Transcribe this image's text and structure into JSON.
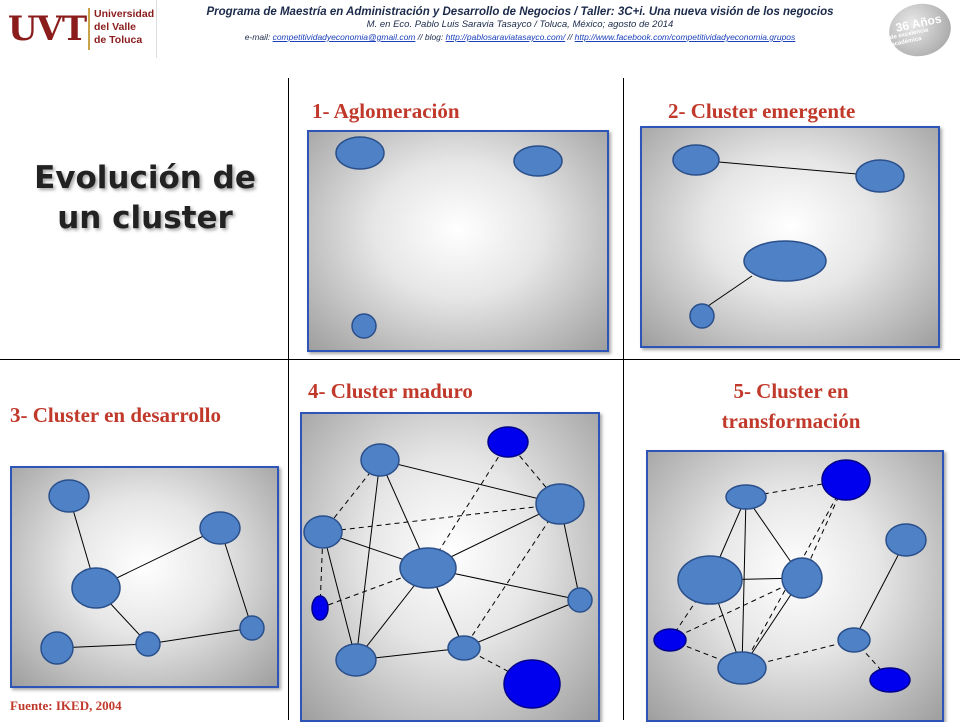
{
  "header": {
    "logo_mark": "UVT",
    "logo_lines": [
      "Universidad",
      "del Valle",
      "de Toluca"
    ],
    "line1": "Programa de Maestría en Administración y Desarrollo de Negocios / Taller: 3C+i. Una nueva visión de los negocios",
    "line2": "M. en Eco. Pablo Luis Saravia Tasayco / Toluca, México; agosto de 2014",
    "line3_prefix": "e-mail: ",
    "email": "competitividadyeconomia@gmail.com",
    "sep1": " // blog: ",
    "blog": "http://pablosaraviatasayco.com/",
    "sep2": " // ",
    "facebook": "http://www.facebook.com/competitividadyeconomia.grupos",
    "badge_big": "36 Años",
    "badge_small": "de excelencia académica"
  },
  "title_line1": "Evolución de",
  "title_line2": "un cluster",
  "stages": {
    "s1": "1- Aglomeración",
    "s2": "2- Cluster emergente",
    "s3": "3- Cluster en desarrollo",
    "s4": "4- Cluster maduro",
    "s5_line1": "5- Cluster en",
    "s5_line2": "transformación"
  },
  "source": "Fuente: IKED, 2004",
  "colors": {
    "node_fill": "#4f81c7",
    "node_new": "#0000ee",
    "node_stroke": "#2a4f8a",
    "label": "#c0392b",
    "panel_border": "#2e54b8"
  }
}
